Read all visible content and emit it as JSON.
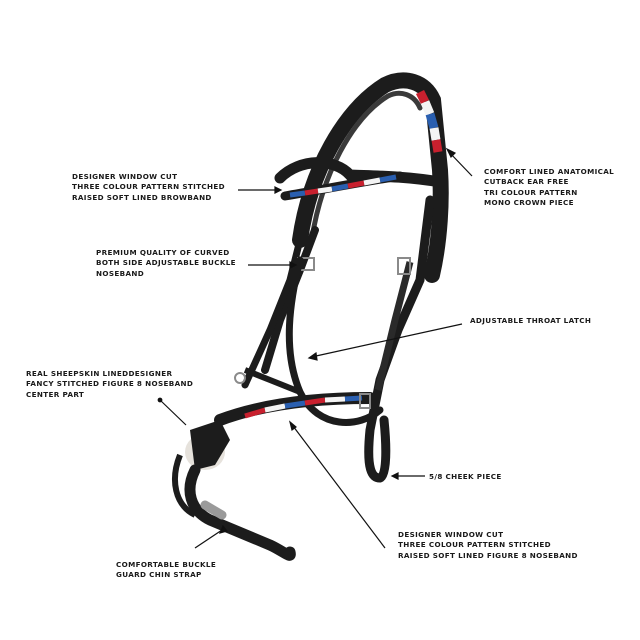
{
  "image": {
    "subject": "bridle-photo",
    "background": "#ffffff",
    "leather_color": "#1c1c1c",
    "stitch_colors": [
      "#c8202e",
      "#f4f4f4",
      "#2a5fb0"
    ],
    "fleece_color": "#e6e2dc"
  },
  "labels": [
    {
      "id": "browband",
      "lines": [
        "DESIGNER WINDOW CUT",
        "THREE COLOUR PATTERN STITCHED",
        "RAISED SOFT LINED BROWBAND"
      ]
    },
    {
      "id": "crown",
      "lines": [
        "COMFORT LINED ANATOMICAL",
        "CUTBACK EAR FREE",
        "TRI COLOUR PATTERN",
        "MONO CROWN PIECE"
      ]
    },
    {
      "id": "noseband-buckle",
      "lines": [
        "PREMIUM QUALITY OF CURVED",
        "BOTH SIDE ADJUSTABLE BUCKLE",
        "NOSEBAND"
      ]
    },
    {
      "id": "throat-latch",
      "lines": [
        "ADJUSTABLE THROAT LATCH"
      ]
    },
    {
      "id": "sheepskin-center",
      "lines": [
        "REAL SHEEPSKIN LINEDDESIGNER",
        "FANCY STITCHED FIGURE 8 NOSEBAND",
        "CENTER PART"
      ]
    },
    {
      "id": "cheek-piece",
      "lines": [
        "5/8 CHEEK PIECE"
      ]
    },
    {
      "id": "figure8-noseband",
      "lines": [
        "DESIGNER WINDOW CUT",
        "THREE COLOUR PATTERN STITCHED",
        "RAISED SOFT LINED FIGURE 8 NOSEBAND"
      ]
    },
    {
      "id": "chin-strap",
      "lines": [
        "COMFORTABLE BUCKLE",
        "GUARD CHIN STRAP"
      ]
    }
  ]
}
